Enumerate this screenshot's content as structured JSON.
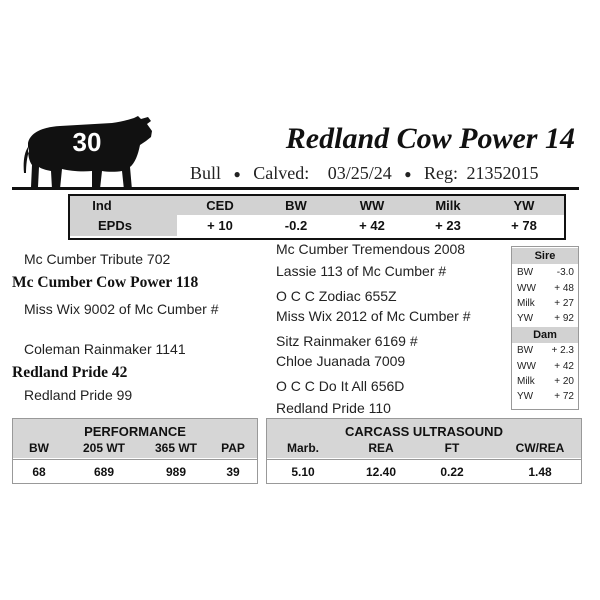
{
  "lot": {
    "number": "30",
    "icon": "bull-silhouette-icon"
  },
  "animal": {
    "name": "Redland Cow Power 14",
    "sex": "Bull",
    "calved_label": "Calved:",
    "calved_date": "03/25/24",
    "reg_label": "Reg:",
    "reg_number": "21352015"
  },
  "epds": {
    "row_labels": [
      "Ind",
      "EPDs"
    ],
    "columns": [
      "CED",
      "BW",
      "WW",
      "Milk",
      "YW"
    ],
    "values": [
      "+ 10",
      "-0.2",
      "+ 42",
      "+ 23",
      "+ 78"
    ]
  },
  "pedigree": {
    "sire_sire": "Mc Cumber Tribute 702",
    "sire": "Mc Cumber Cow Power 118",
    "sire_dam": "Miss Wix 9002 of Mc Cumber #",
    "dam_sire": "Coleman Rainmaker 1141",
    "dam": "Redland Pride 42",
    "dam_dam": "Redland Pride 99",
    "right": [
      "Mc Cumber Tremendous 2008",
      "Lassie 113 of Mc Cumber #",
      "O C C Zodiac 655Z",
      "Miss Wix 2012 of Mc Cumber #",
      "Sitz Rainmaker 6169 #",
      "Chloe Juanada 7009",
      "O C C Do It All 656D",
      "Redland Pride 110"
    ]
  },
  "sire_epds": {
    "title": "Sire",
    "rows": [
      {
        "label": "BW",
        "value": "-3.0"
      },
      {
        "label": "WW",
        "value": "+ 48"
      },
      {
        "label": "Milk",
        "value": "+ 27"
      },
      {
        "label": "YW",
        "value": "+ 92"
      }
    ]
  },
  "dam_epds": {
    "title": "Dam",
    "rows": [
      {
        "label": "BW",
        "value": "+ 2.3"
      },
      {
        "label": "WW",
        "value": "+ 42"
      },
      {
        "label": "Milk",
        "value": "+ 20"
      },
      {
        "label": "YW",
        "value": "+ 72"
      }
    ]
  },
  "performance": {
    "title": "PERFORMANCE",
    "columns": [
      "BW",
      "205 WT",
      "365 WT",
      "PAP"
    ],
    "values": [
      "68",
      "689",
      "989",
      "39"
    ]
  },
  "carcass": {
    "title": "CARCASS ULTRASOUND",
    "columns": [
      "Marb.",
      "REA",
      "FT",
      "CW/REA"
    ],
    "values": [
      "5.10",
      "12.40",
      "0.22",
      "1.48"
    ]
  }
}
